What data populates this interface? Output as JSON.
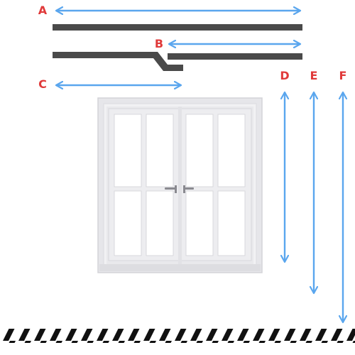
{
  "colors": {
    "track": "#4a4a4a",
    "arrow": "#5aa6ee",
    "label": "#e03a3a",
    "window_frame": "#ececef",
    "window_frame_shadow": "#d6d6da",
    "glass": "#ffffff",
    "floor_stripe": "#111111"
  },
  "dimensions": [
    {
      "label": "A",
      "orientation": "horizontal",
      "meaning": ""
    },
    {
      "label": "B",
      "orientation": "horizontal",
      "meaning": ""
    },
    {
      "label": "C",
      "orientation": "horizontal",
      "meaning": ""
    },
    {
      "label": "D",
      "orientation": "vertical",
      "meaning": ""
    },
    {
      "label": "E",
      "orientation": "vertical",
      "meaning": ""
    },
    {
      "label": "F",
      "orientation": "vertical",
      "meaning": ""
    }
  ],
  "elements": {
    "upper_track": "curtain-track",
    "split_track": "offset-curtain-track",
    "window": "french-window",
    "floor": "floor-hatch"
  }
}
